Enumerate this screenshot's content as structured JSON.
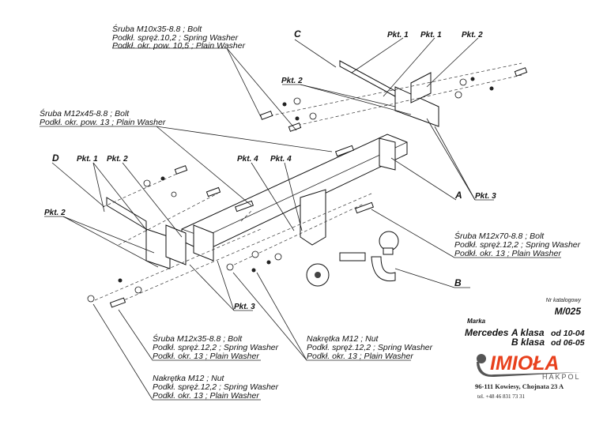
{
  "labels": {
    "bolt_m10": [
      "Śruba M10x35-8.8 ;  Bolt",
      "Podkł. spręż.10,2 ; Spring Washer",
      "Podkł. okr. pow. 10,5 ; Plain Washer"
    ],
    "bolt_m12x45": [
      "Śruba M12x45-8.8 ;  Bolt",
      "Podkł. okr. pow. 13 ; Plain Washer"
    ],
    "bolt_m12x70": [
      "Śruba M12x70-8.8 ;  Bolt",
      "Podkł. spręż.12,2 ; Spring Washer",
      "Podkł. okr. 13 ; Plain Washer"
    ],
    "bolt_m12x35": [
      "Śruba M12x35-8.8 ;  Bolt",
      "Podkł. spręż.12,2 ; Spring Washer",
      "Podkł. okr.  13 ; Plain Washer"
    ],
    "nut_center": [
      "Nakrętka  M12 ; Nut",
      "Podkł. spręż.12,2 ; Spring Washer",
      "Podkł. okr. 13 ; Plain Washer"
    ],
    "nut_left": [
      "Nakrętka  M12 ; Nut",
      "Podkł. spręż.12,2 ; Spring Washer",
      "Podkł. okr. 13 ; Plain Washer"
    ]
  },
  "callouts": {
    "c": "C",
    "a": "A",
    "b": "B",
    "d": "D",
    "pkt1": "Pkt. 1",
    "pkt2": "Pkt. 2",
    "pkt3": "Pkt. 3",
    "pkt4": "Pkt. 4"
  },
  "info": {
    "catalog_label": "Nr katalogowy",
    "catalog_number": "M/025",
    "make_label": "Marka",
    "make": "Mercedes",
    "models": [
      {
        "name": "A klasa",
        "from": "od 10-04"
      },
      {
        "name": "B klasa",
        "from": "od 06-05"
      }
    ]
  },
  "company": {
    "logo": "IMIOŁA",
    "sub": "HAKPOL",
    "address": "96-111 Kowiesy, Chojnata 23 A",
    "phone": "tel. +48 46 831 73 31"
  },
  "colors": {
    "brand": "#e8401c"
  }
}
